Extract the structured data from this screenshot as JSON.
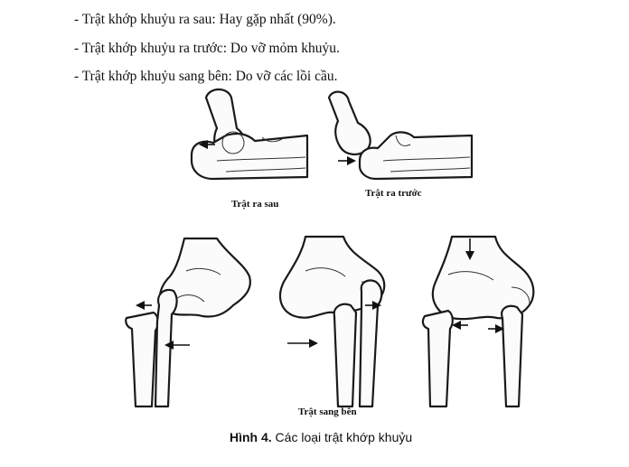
{
  "bullets": [
    "- Trật khớp khuỷu ra sau: Hay gặp nhất (90%).",
    "- Trật khớp khuỷu ra trước: Do vỡ mỏm khuỷu.",
    "- Trật khớp khuỷu sang bên: Do vỡ các lồi cầu."
  ],
  "figure": {
    "label_posterior": "Trật ra sau",
    "label_anterior": "Trật ra trước",
    "label_lateral": "Trật sang bên",
    "caption_prefix": "Hình 4.",
    "caption_text": " Các loại trật khớp khuỷu"
  }
}
